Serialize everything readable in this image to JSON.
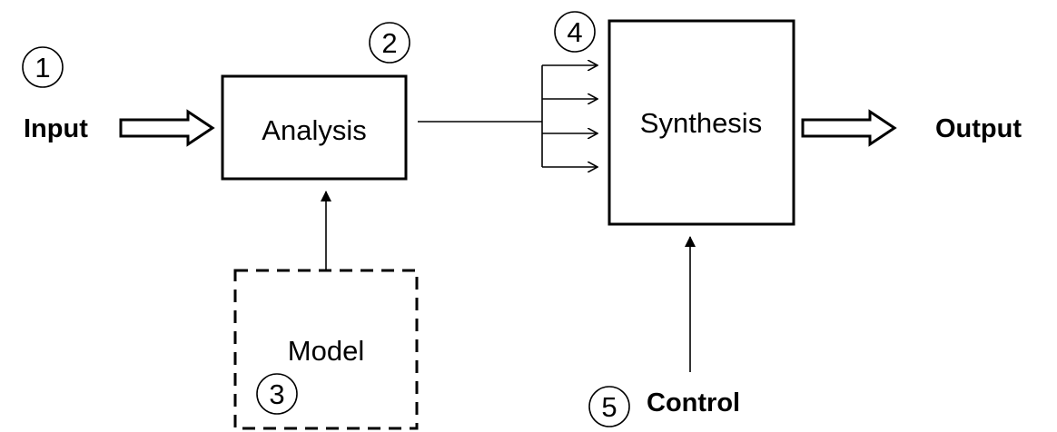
{
  "blocks": {
    "analysis": "Analysis",
    "synthesis": "Synthesis",
    "model": "Model"
  },
  "io": {
    "input": "Input",
    "output": "Output",
    "control": "Control"
  },
  "markers": [
    "1",
    "2",
    "3",
    "4",
    "5"
  ]
}
